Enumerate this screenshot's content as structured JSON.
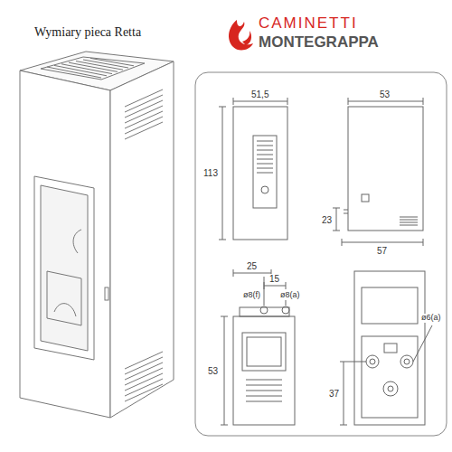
{
  "diagram": {
    "title": "Wymiary pieca Retta",
    "labels": [
      "CAMINETTI",
      "MONTEGRAPPA",
      "51,5",
      "113",
      "53",
      "57",
      "23",
      "25",
      "15",
      "ø8(f)",
      "ø8(a)",
      "53",
      "ø6(a)",
      "37"
    ]
  }
}
